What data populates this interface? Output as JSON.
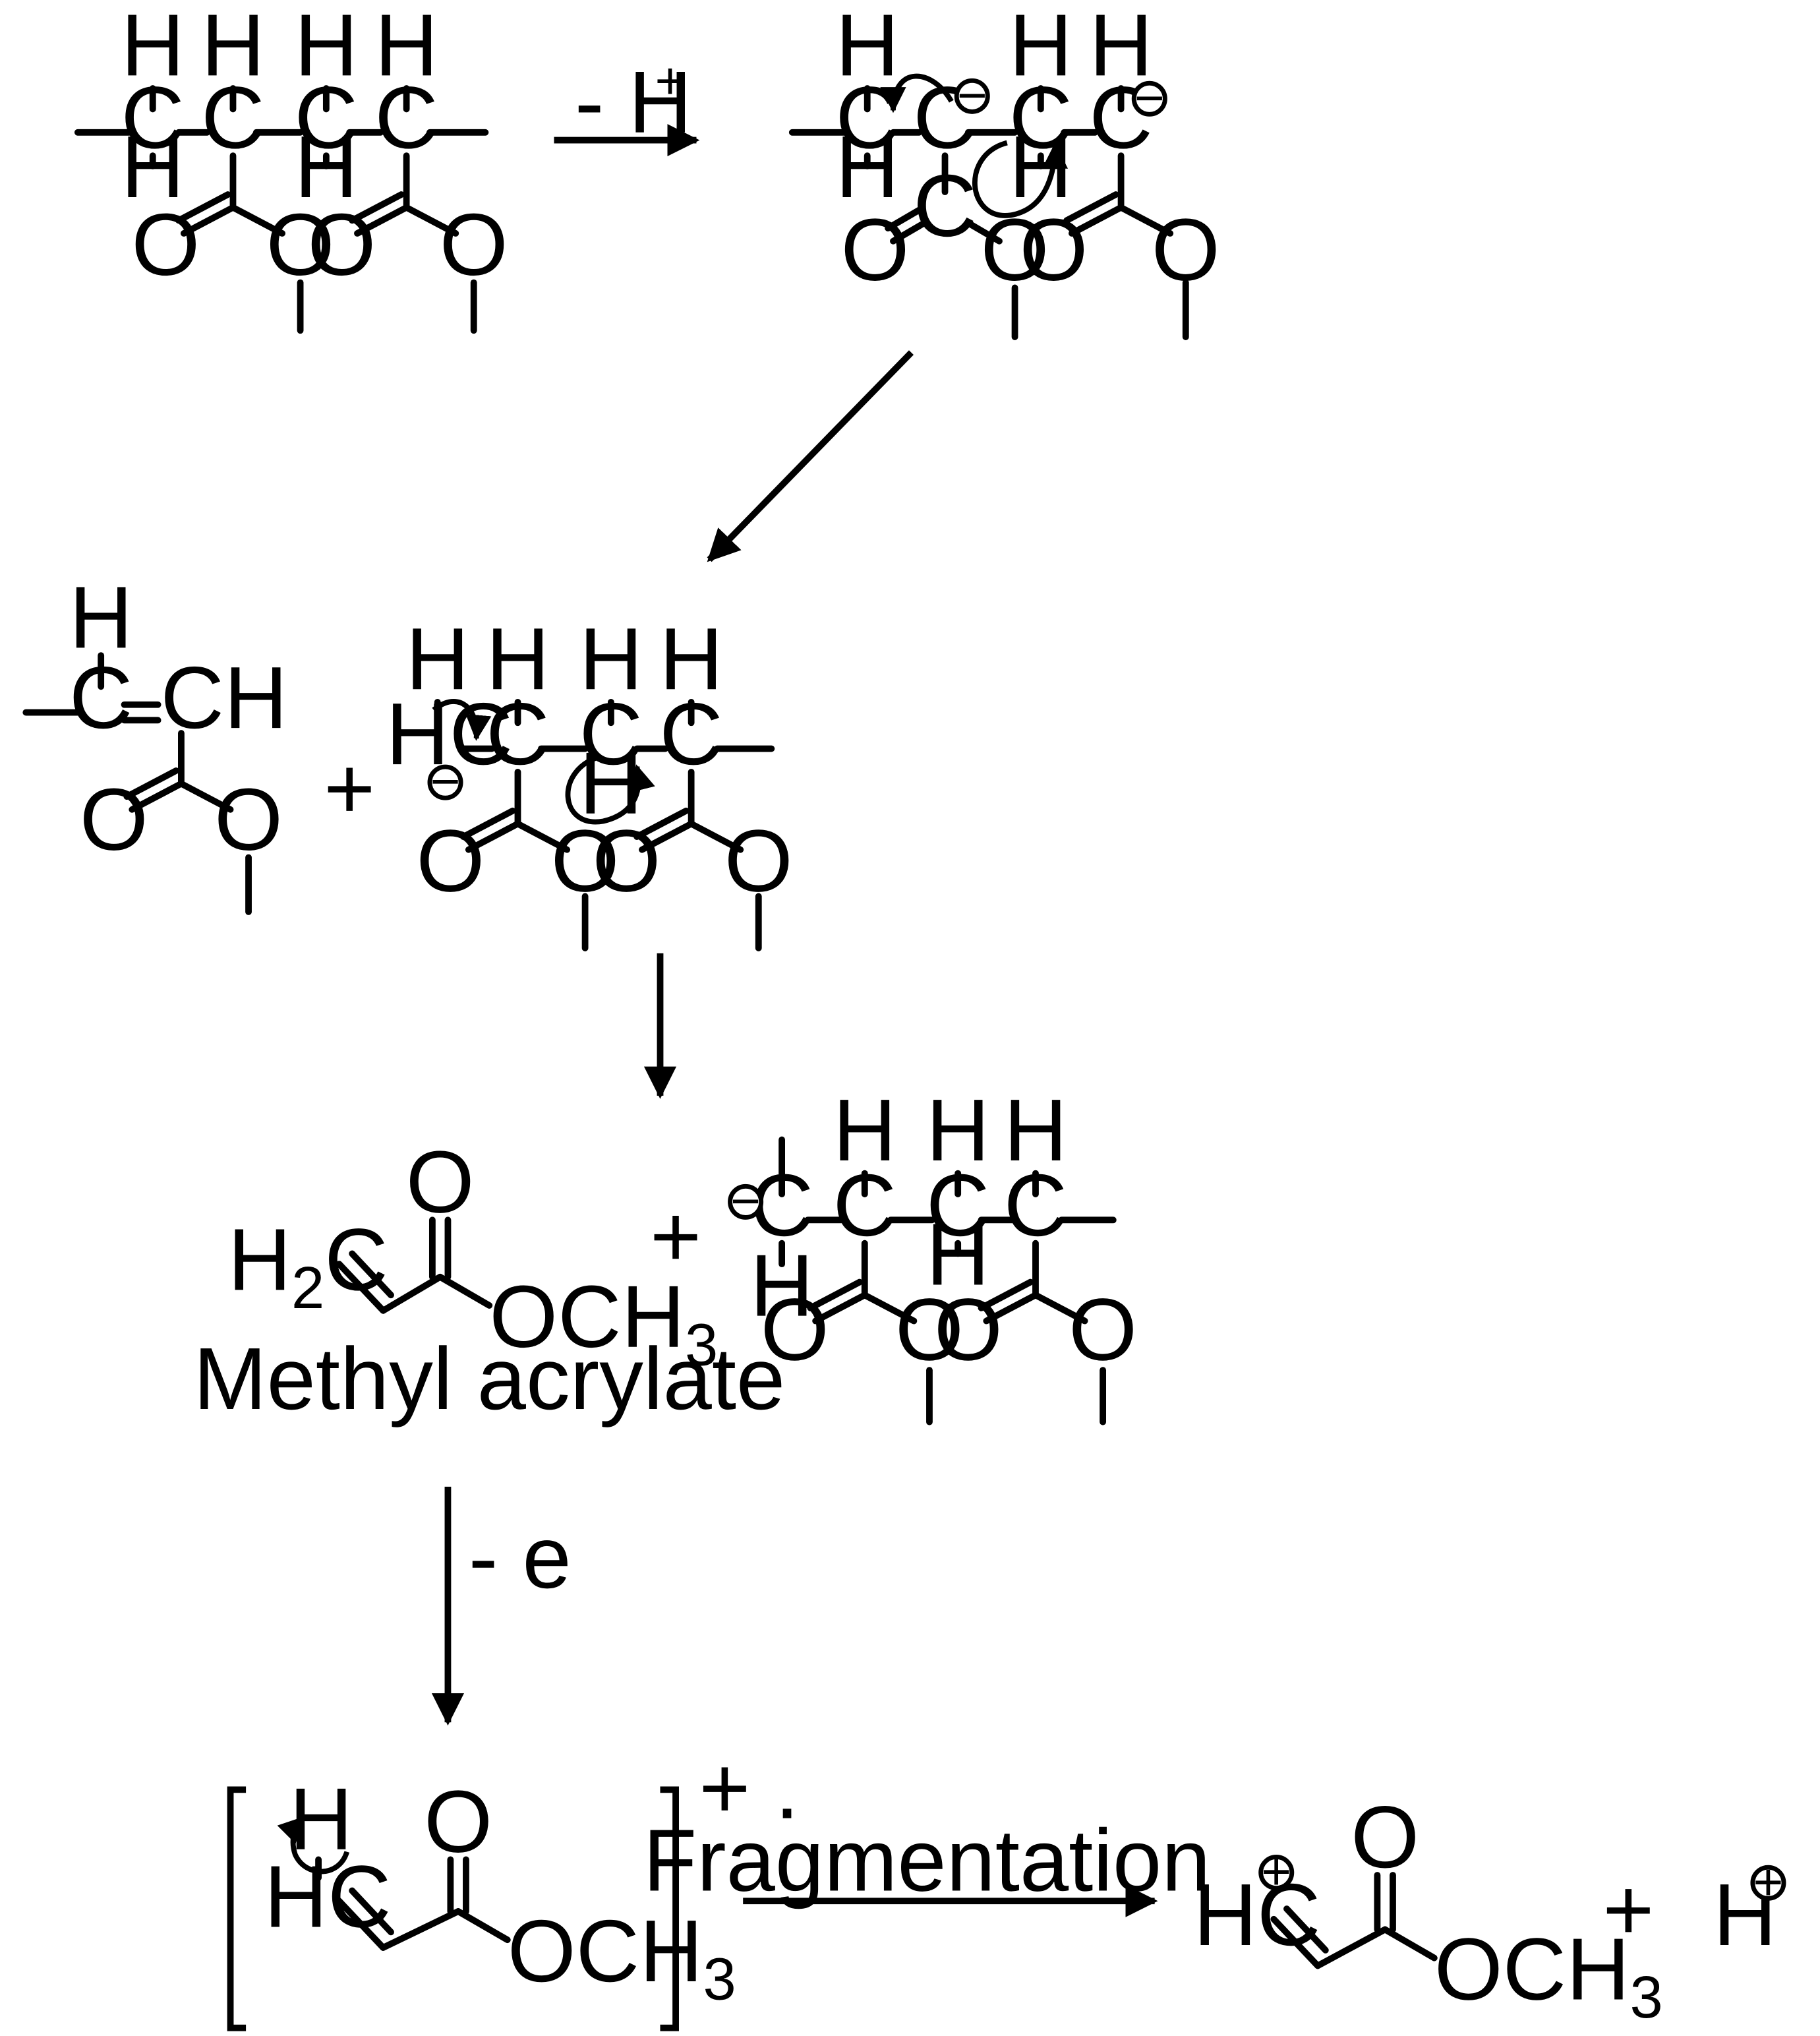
{
  "atoms": {
    "h": "H",
    "c": "C",
    "o": "O",
    "hc": "HC",
    "ch": "CH",
    "o_ch3": "OCH",
    "h2": "H",
    "sub_2": "2",
    "sub_3": "3",
    "c_h2_tail": "C"
  },
  "charges": {
    "minus": "−",
    "plus": "+"
  },
  "labels": {
    "deprotonation": "- H",
    "deprotonation_sup": "+",
    "plus": "+",
    "methyl_acrylate": "Methyl acrylate",
    "oxidation": "- e",
    "radical_cation": "+ .",
    "fragmentation": "Fragmentation"
  }
}
